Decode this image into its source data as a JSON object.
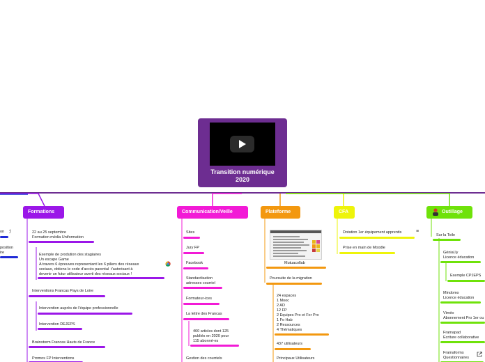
{
  "root": {
    "title_line1": "Transition numérique",
    "title_line2": "2020"
  },
  "colors": {
    "purple": "#6d2d91",
    "formations": "#9b17e8",
    "communication": "#f21ad6",
    "plateforme": "#f3980f",
    "cfa": "#eef40a",
    "outillage": "#6fe20a",
    "blue": "#1f2bd6"
  },
  "topics": {
    "formations": "Formations",
    "communication": "Communication/Veille",
    "plateforme": "Plateforme",
    "cfa": "CFA",
    "outillage": "Outillage"
  },
  "left_edge": {
    "a": "on",
    "b": "position",
    "c": "ire"
  },
  "formations": {
    "i1_l1": "22 au 25 septembre",
    "i1_l2": "Formation média Uniformation",
    "i2_l1": "Exemple de prodution des stagiaires",
    "i2_l2": "Un escape Game",
    "i2_l3": "A travers 6 épreuves representant les 6 piliers des réseaux",
    "i2_l4": "sociaux, obtiens le code d'accès parental  t'autorisant à",
    "i2_l5": "devenir un futur utilisateur averti des réseaux sociaux !",
    "i3": "Interventions Francas Pays de Loire",
    "i4": "Intervention auprès de l'équipe professionnelle",
    "i5": "Intervention DEJEPS",
    "i6": "Brainstorm Francas Hauts de France",
    "i7": "Promos FP Interventions"
  },
  "communication": {
    "i1": "Sites",
    "i2": "Jury FP",
    "i3": "Facebook",
    "i4_l1": "Standardisation",
    "i4_l2": "adresses courriel",
    "i5": "Formateur-ices",
    "i6": "La lettre des Francas",
    "i7_l1": "460 articles dont 125",
    "i7_l2": "publiés en 2020 pour",
    "i7_l3": "115 abonné-es",
    "i8": "Gestion des courriels"
  },
  "plateforme": {
    "image_caption": "Mutuacollab",
    "i1": "Poursuite de la migration",
    "i2_l1": "24 espaces",
    "i2_l2": "1 Mooc",
    "i2_l3": "2 AD",
    "i2_l4": "12 FP",
    "i2_l5": "2 Equipes Pro et For Pro",
    "i2_l6": "1 Fo Hab",
    "i2_l7": "2 Ressources",
    "i2_l8": "4 Thématiques",
    "i3": "437 utilisateurs",
    "i4": "Principaux Utilisateurs"
  },
  "cfa": {
    "i1": "Dotation 1er équipement apprentis",
    "i2": "Prise en main de Moodle"
  },
  "outillage": {
    "i1": "Sur la Toile",
    "i2_l1": "Génial.ly",
    "i2_l2": "Licence éducation",
    "i3": "Exemple CPJEPS",
    "i4_l1": "Mindomo",
    "i4_l2": "Licence éducation",
    "i5_l1": "Viméo",
    "i5_l2": "Abonnement Pro 1er ou",
    "i6_l1": "Framapad",
    "i6_l2": "Ecriture collaborative",
    "i7_l1": "Framaforms",
    "i7_l2": "Questionnaires"
  },
  "icons": {
    "attachment": "paperclip-icon",
    "chrome": "chrome-icon",
    "notes": "notes-icon",
    "external": "external-link-icon",
    "user": "user-icon",
    "play": "play-icon"
  }
}
